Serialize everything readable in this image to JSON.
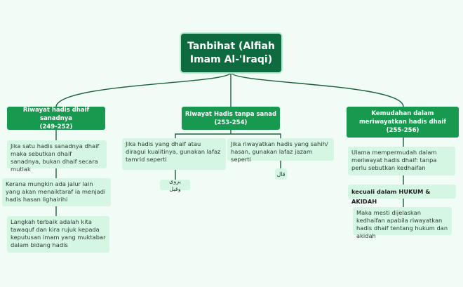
{
  "root": {
    "line1": "Tanbihat (Alfiah",
    "line2": "Imam Al-'Iraqi)"
  },
  "branches": [
    {
      "title": "Riwayat hadis dhaif sanadnya",
      "range": "(249-252)",
      "items": [
        "Jika satu hadis sanadnya dhaif maka sebutkan dhaif sanadnya, bukan dhaif secara mutlak",
        "Kerana mungkin ada jalur lain yang akan menaiktaraf ia menjadi hadis hasan lighairihi",
        "Langkah terbaik adalah kita tawaquf dan kira rujuk kepada keputusan imam yang muktabar dalam bidang hadis"
      ]
    },
    {
      "title": "Riwayat Hadis tanpa sanad",
      "range": "(253-254)",
      "items": [
        {
          "text": "Jika hadis yang dhaif atau diragui kualitinya, gunakan lafaz tamrid seperti",
          "term": "يروى وقيل"
        },
        {
          "text": "Jika riwayatkan hadis yang sahih/ hasan, gunakan lafaz jazam seperti",
          "term": "قال"
        }
      ]
    },
    {
      "title": "Kemudahan dalam meriwayatkan hadis dhaif",
      "range": "(255-256)",
      "items": [
        "Ulama mempermudah dalam meriwayat hadis dhaif: tanpa perlu sebutkan kedhaifan",
        "kecuali dalam HUKUM & AKIDAH",
        "Maka mesti dijelaskan kedhaifan apabila riwayatkan hadis dhaif tentang hukum dan akidah"
      ]
    }
  ],
  "colors": {
    "root": "#0e6b3f",
    "branch": "#17994f",
    "leaf": "#d6f6e4",
    "background": "#f2fcf6",
    "line": "#1b5e3a"
  }
}
